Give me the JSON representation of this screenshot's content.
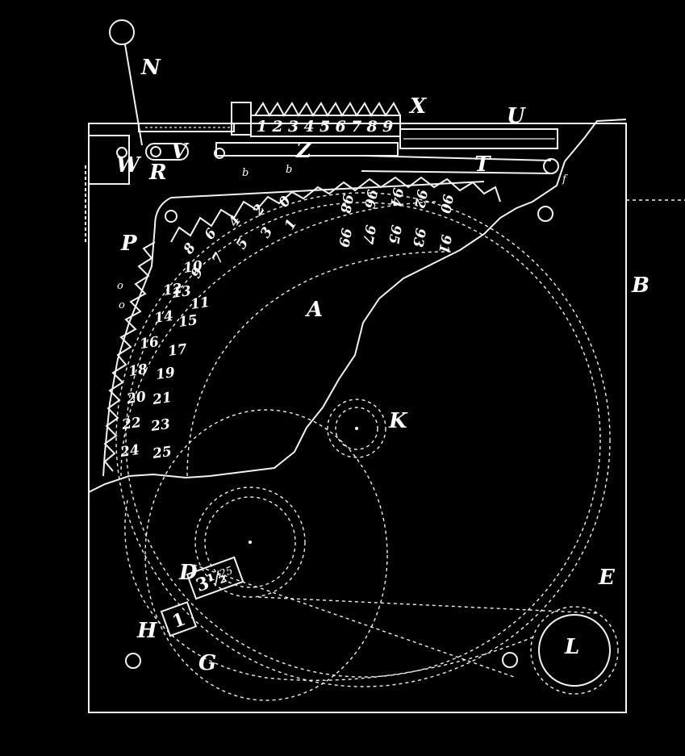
{
  "labels": {
    "N": "N",
    "Z": "Z",
    "X": "X",
    "U": "U",
    "V": "V",
    "W": "W",
    "R": "R",
    "T": "T",
    "P": "P",
    "A": "A",
    "B": "B",
    "K": "K",
    "D": "D",
    "E": "E",
    "H": "H",
    "G": "G",
    "L": "L",
    "f": "f",
    "b": "b"
  },
  "rack_digits": [
    "1",
    "2",
    "3",
    "4",
    "5",
    "6",
    "7",
    "8",
    "9"
  ],
  "ring_outer": [
    "10",
    "12",
    "14",
    "16",
    "18",
    "20",
    "22",
    "24"
  ],
  "ring_inner": [
    "11",
    "13",
    "15",
    "17",
    "19",
    "21",
    "23",
    "25"
  ],
  "ring_top_outer": [
    "8",
    "6",
    "4",
    "2",
    "0"
  ],
  "ring_top_inner": [
    "9",
    "7",
    "5",
    "3",
    "1"
  ],
  "ring_right_outer": [
    "98",
    "96",
    "94",
    "92",
    "90"
  ],
  "ring_right_inner": [
    "99",
    "97",
    "95",
    "93",
    "91"
  ],
  "window_box_1": "1",
  "window_box_2": "3½",
  "window_box_2_small": "25"
}
